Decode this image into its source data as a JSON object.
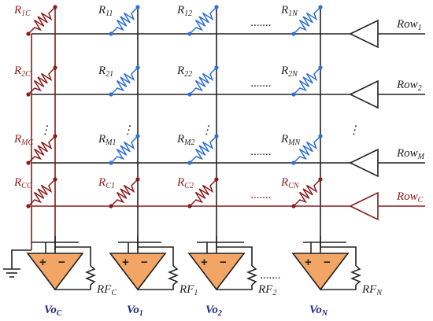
{
  "colors": {
    "wire": "#222222",
    "resistor_blue": "#2f6fd6",
    "resistor_red": "#8b1a1a",
    "ref_row": "#8b1a1a",
    "opamp_fill": "#f2a564",
    "output_label": "#1f2a7a"
  },
  "rows": [
    {
      "name": "row-1",
      "label_base": "Row",
      "label_sub": "1",
      "ref_label": {
        "base": "R",
        "sub": "1C"
      },
      "resistors": [
        {
          "base": "R",
          "sub": "11"
        },
        {
          "base": "R",
          "sub": "12"
        },
        {
          "base": "R",
          "sub": "1N"
        }
      ]
    },
    {
      "name": "row-2",
      "label_base": "Row",
      "label_sub": "2",
      "ref_label": {
        "base": "R",
        "sub": "2C"
      },
      "resistors": [
        {
          "base": "R",
          "sub": "21"
        },
        {
          "base": "R",
          "sub": "22"
        },
        {
          "base": "R",
          "sub": "2N"
        }
      ]
    },
    {
      "name": "row-m",
      "label_base": "Row",
      "label_sub": "M",
      "ref_label": {
        "base": "R",
        "sub": "MC"
      },
      "resistors": [
        {
          "base": "R",
          "sub": "M1"
        },
        {
          "base": "R",
          "sub": "M2"
        },
        {
          "base": "R",
          "sub": "MN"
        }
      ]
    },
    {
      "name": "row-c",
      "label_base": "Row",
      "label_sub": "C",
      "ref_label": {
        "base": "R",
        "sub": "CC"
      },
      "resistors": [
        {
          "base": "R",
          "sub": "C1"
        },
        {
          "base": "R",
          "sub": "C2"
        },
        {
          "base": "R",
          "sub": "CN"
        }
      ]
    }
  ],
  "outputs": [
    {
      "name": "vo-c",
      "label_base": "Vo",
      "label_sub": "C",
      "rf_base": "RF",
      "rf_sub": "C"
    },
    {
      "name": "vo-1",
      "label_base": "Vo",
      "label_sub": "1",
      "rf_base": "RF",
      "rf_sub": "1"
    },
    {
      "name": "vo-2",
      "label_base": "Vo",
      "label_sub": "2",
      "rf_base": "RF",
      "rf_sub": "2"
    },
    {
      "name": "vo-n",
      "label_base": "Vo",
      "label_sub": "N",
      "rf_base": "RF",
      "rf_sub": "N"
    }
  ],
  "opamp_signs": {
    "plus": "+",
    "minus": "−"
  },
  "ellipsis_h": "·······",
  "ellipsis_v": "⋮"
}
